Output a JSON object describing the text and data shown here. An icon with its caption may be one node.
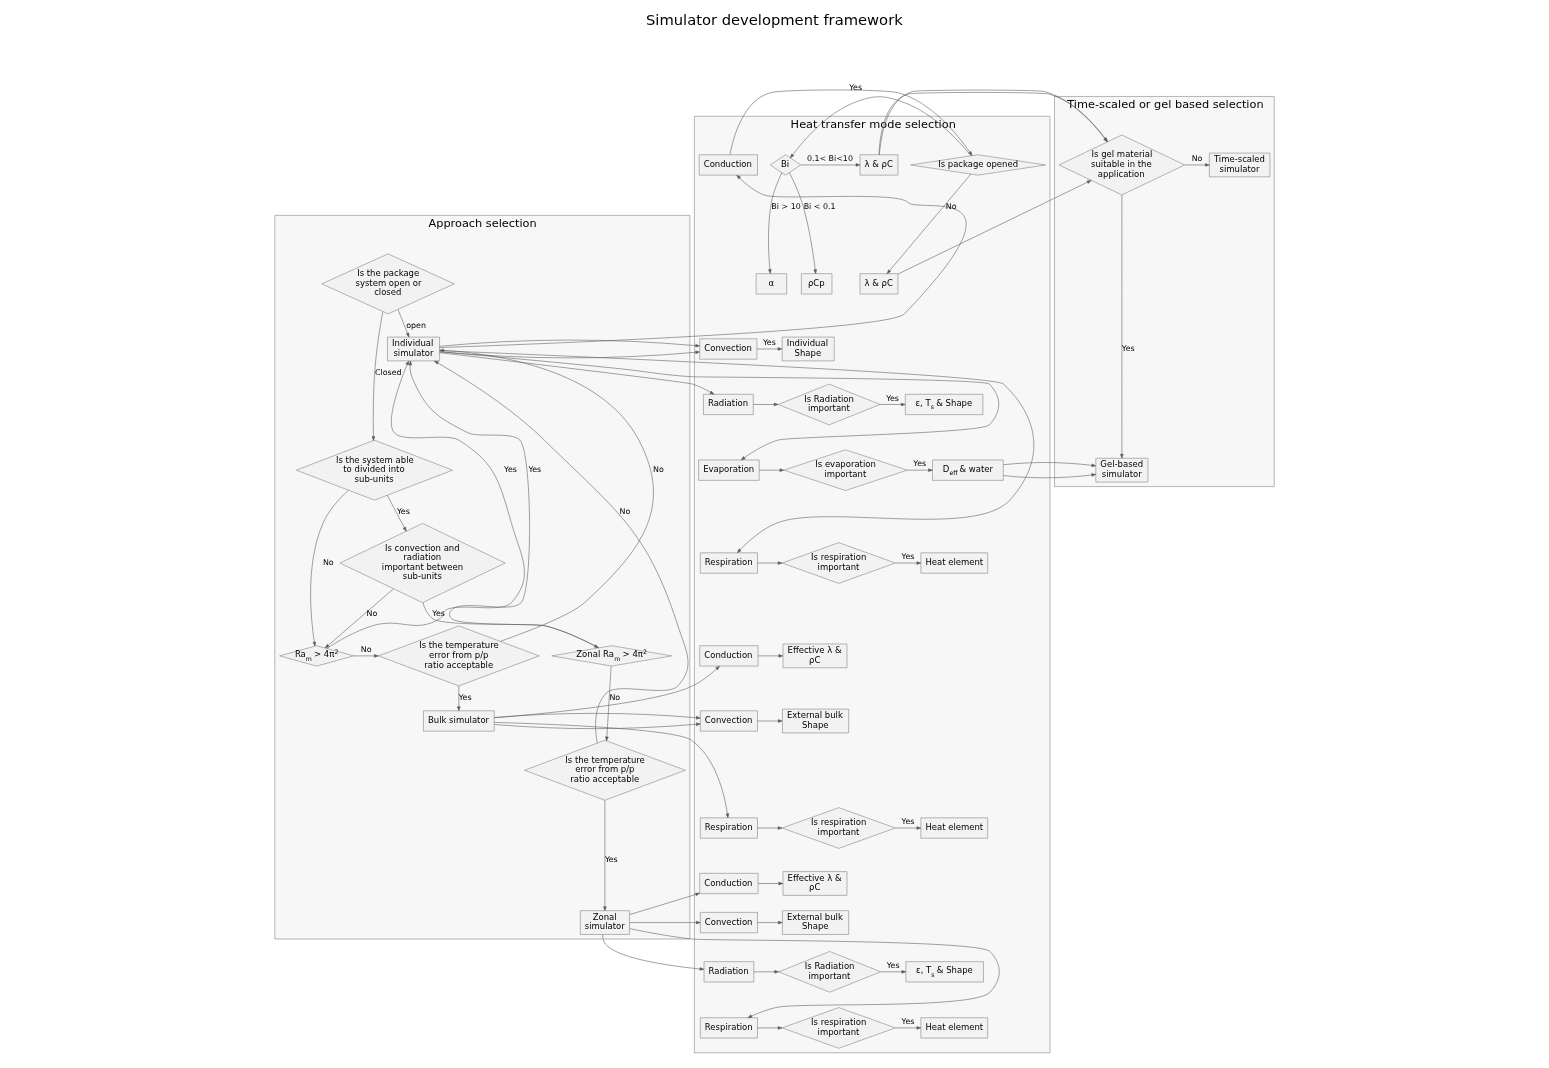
{
  "diagram": {
    "title": "Simulator development framework",
    "nodes": [
      {
        "text": [
          "Approach selection"
        ]
      },
      {
        "text": [
          "Heat transfer mode selection"
        ]
      },
      {
        "text": [
          "Time-scaled or gel based selection"
        ]
      },
      {
        "text": [
          "Is the package system open or closed"
        ],
        "in": 0
      },
      {
        "text": [
          "Is the system able to divided into sub-units"
        ],
        "in": 0
      },
      {
        "text": [
          "Is convection and radiation important between sub-units"
        ],
        "in": 0
      },
      {
        "text": [
          "Ra$_{m}$ > 4π$^{2}$"
        ],
        "in": 0
      },
      {
        "text": [
          "Zonal Ra$_{m}$ > 4π$^{2}$"
        ],
        "in": 0
      },
      {
        "text": [
          "Is the temperature error from p/p ratio acceptable"
        ],
        "in": 0
      },
      {
        "text": [
          "Individual simulator"
        ],
        "in": 0
      },
      {
        "text": [
          "Is the temperature error from p/p ratio acceptable"
        ],
        "in": 0
      },
      {
        "text": [
          "Bulk simulator"
        ],
        "in": 0
      },
      {
        "text": [
          "Zonal simulator"
        ],
        "in": 0
      },
      {
        "text": [
          "Conduction"
        ],
        "in": 1
      },
      {
        "text": [
          "Is package opened"
        ],
        "in": 1
      },
      {
        "text": [
          "Bi"
        ],
        "in": 1
      },
      {
        "text": [
          "ρCp"
        ],
        "in": 1
      },
      {
        "text": [
          "λ & ρC"
        ],
        "in": 1
      },
      {
        "text": [
          "α"
        ],
        "in": 1
      },
      {
        "text": [
          "λ & ρC"
        ],
        "in": 1
      },
      {
        "text": [
          "Convection"
        ],
        "in": 1
      },
      {
        "text": [
          "Individual Shape"
        ],
        "in": 1
      },
      {
        "text": [
          "Radiation"
        ],
        "in": 1
      },
      {
        "text": [
          "Is Radiation important"
        ],
        "in": 1
      },
      {
        "text": [
          "ε, T$_{s}$ & Shape"
        ],
        "in": 1
      },
      {
        "text": [
          "Evaporation"
        ],
        "in": 1
      },
      {
        "text": [
          "Is evaporation important"
        ],
        "in": 1
      },
      {
        "text": [
          "D$_{eff}$ & water"
        ],
        "in": 1
      },
      {
        "text": [
          "Respiration"
        ],
        "in": 1
      },
      {
        "text": [
          "Is respiration important"
        ],
        "in": 1
      },
      {
        "text": [
          "Heat element"
        ],
        "in": 1
      },
      {
        "text": [
          "Conduction"
        ],
        "in": 1
      },
      {
        "text": [
          "Effective λ & ρC"
        ],
        "in": 1
      },
      {
        "text": [
          "Convection"
        ],
        "in": 1
      },
      {
        "text": [
          "External bulk Shape"
        ],
        "in": 1
      },
      {
        "text": [
          "Respiration"
        ],
        "in": 1
      },
      {
        "text": [
          "Is respiration important"
        ],
        "in": 1
      },
      {
        "text": [
          "Heat element"
        ],
        "in": 1
      },
      {
        "text": [
          "Conduction"
        ],
        "in": 1
      },
      {
        "text": [
          "Effective λ & ρC"
        ],
        "in": 1
      },
      {
        "text": [
          "Convection"
        ],
        "in": 1
      },
      {
        "text": [
          "External bulk Shape"
        ],
        "in": 1
      },
      {
        "text": [
          "Radiation"
        ],
        "in": 1
      },
      {
        "text": [
          "Is Radiation important"
        ],
        "in": 1
      },
      {
        "text": [
          "ε, T$_{s}$ & Shape"
        ],
        "in": 1
      },
      {
        "text": [
          "Respiration"
        ],
        "in": 1
      },
      {
        "text": [
          "Is respiration important"
        ],
        "in": 1
      },
      {
        "text": [
          "Heat element"
        ],
        "in": 1
      },
      {
        "text": [
          "Is gel material suitable in the application"
        ],
        "in": 2
      },
      {
        "text": [
          "Time-scaled simulator"
        ],
        "in": 2
      },
      {
        "text": [
          "Gel-based simulator"
        ],
        "in": 2
      }
    ],
    "edges": [
      {
        "from": 3,
        "to": 9,
        "arrow": "to",
        "label": "open"
      },
      {
        "from": 3,
        "to": 4,
        "arrow": "to",
        "label": "Closed"
      },
      {
        "from": 4,
        "to": 5,
        "arrow": "to",
        "label": "Yes"
      },
      {
        "from": 4,
        "to": 6,
        "arrow": "to",
        "label": "No"
      },
      {
        "from": 5,
        "to": 6,
        "arrow": "to",
        "label": "No"
      },
      {
        "from": 5,
        "to": 7,
        "arrow": "to",
        "label": "Yes"
      },
      {
        "from": 6,
        "to": 9,
        "arrow": "to",
        "label": "Yes"
      },
      {
        "from": 6,
        "to": 10,
        "arrow": "to",
        "label": "No"
      },
      {
        "from": 7,
        "to": 9,
        "arrow": "to",
        "label": "Yes"
      },
      {
        "from": 7,
        "to": 8,
        "arrow": "to",
        "label": "No"
      },
      {
        "from": 8,
        "to": 9,
        "arrow": "to",
        "label": "No"
      },
      {
        "from": 8,
        "to": 12,
        "arrow": "to",
        "label": "Yes"
      },
      {
        "from": 10,
        "to": 9,
        "arrow": "to",
        "label": "No"
      },
      {
        "from": 10,
        "to": 11,
        "arrow": "to",
        "label": "Yes"
      },
      {
        "from": 9,
        "to": 13,
        "arrow": "to"
      },
      {
        "from": 9,
        "to": 20,
        "arrow": "to"
      },
      {
        "from": 9,
        "to": 22,
        "arrow": "to"
      },
      {
        "from": 9,
        "to": 25,
        "arrow": "to"
      },
      {
        "from": 9,
        "to": 28,
        "arrow": "to"
      },
      {
        "from": 13,
        "to": 14,
        "arrow": "to"
      },
      {
        "from": 14,
        "to": 15,
        "arrow": "to",
        "label": "Yes"
      },
      {
        "from": 14,
        "to": 19,
        "arrow": "to",
        "label": "No"
      },
      {
        "from": 15,
        "to": 16,
        "arrow": "to",
        "label": "Bi < 0.1"
      },
      {
        "from": 15,
        "to": 17,
        "arrow": "to",
        "label": "0.1< Bi<10"
      },
      {
        "from": 15,
        "to": 18,
        "arrow": "to",
        "label": "Bi > 10"
      },
      {
        "from": 17,
        "to": 48,
        "arrow": "to"
      },
      {
        "from": 19,
        "to": 48,
        "arrow": "to"
      },
      {
        "from": 20,
        "to": 21,
        "arrow": "to",
        "label": "Yes"
      },
      {
        "from": 22,
        "to": 23,
        "arrow": "to"
      },
      {
        "from": 23,
        "to": 24,
        "arrow": "to",
        "label": "Yes"
      },
      {
        "from": 25,
        "to": 26,
        "arrow": "to"
      },
      {
        "from": 26,
        "to": 27,
        "arrow": "to",
        "label": "Yes"
      },
      {
        "from": 27,
        "to": 50,
        "arrow": "to"
      },
      {
        "from": 28,
        "to": 29,
        "arrow": "to"
      },
      {
        "from": 29,
        "to": 30,
        "arrow": "to",
        "label": "Yes"
      },
      {
        "from": 11,
        "to": 31,
        "arrow": "to"
      },
      {
        "from": 11,
        "to": 33,
        "arrow": "to"
      },
      {
        "from": 11,
        "to": 35,
        "arrow": "to"
      },
      {
        "from": 31,
        "to": 32,
        "arrow": "to"
      },
      {
        "from": 33,
        "to": 34,
        "arrow": "to"
      },
      {
        "from": 35,
        "to": 36,
        "arrow": "to"
      },
      {
        "from": 36,
        "to": 37,
        "arrow": "to",
        "label": "Yes"
      },
      {
        "from": 12,
        "to": 38,
        "arrow": "to"
      },
      {
        "from": 12,
        "to": 40,
        "arrow": "to"
      },
      {
        "from": 12,
        "to": 42,
        "arrow": "to"
      },
      {
        "from": 12,
        "to": 45,
        "arrow": "to"
      },
      {
        "from": 38,
        "to": 39,
        "arrow": "to"
      },
      {
        "from": 40,
        "to": 41,
        "arrow": "to"
      },
      {
        "from": 42,
        "to": 43,
        "arrow": "to"
      },
      {
        "from": 43,
        "to": 44,
        "arrow": "to",
        "label": "Yes"
      },
      {
        "from": 45,
        "to": 46,
        "arrow": "to"
      },
      {
        "from": 46,
        "to": 47,
        "arrow": "to",
        "label": "Yes"
      },
      {
        "from": 48,
        "to": 49,
        "arrow": "to",
        "label": "No"
      },
      {
        "from": 48,
        "to": 50,
        "arrow": "to",
        "label": "Yes"
      }
    ]
  }
}
